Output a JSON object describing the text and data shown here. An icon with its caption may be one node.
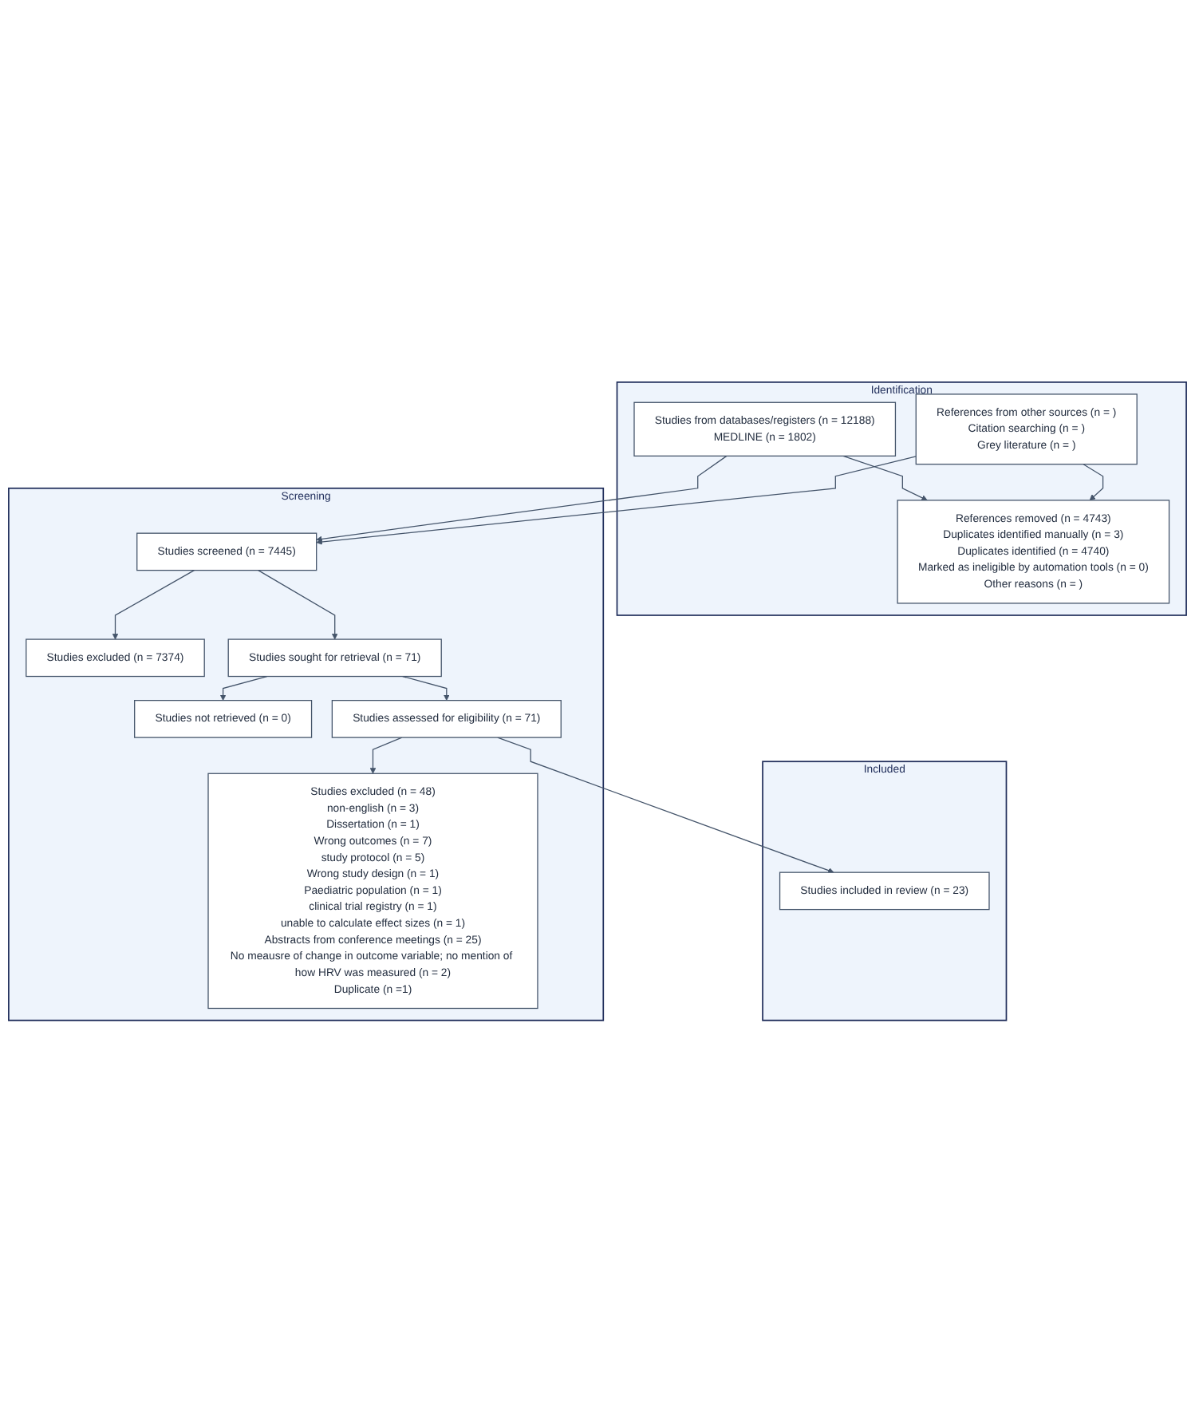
{
  "diagram": {
    "nodes": [
      {
        "text": [
          "Identification"
        ]
      },
      {
        "text": [
          "Studies from databases/registers (n = 12188)",
          "MEDLINE (n = 1802)"
        ],
        "in": 0
      },
      {
        "text": [
          "References from other sources (n = )",
          "Citation searching (n = )",
          "Grey literature (n = )"
        ],
        "in": 0
      },
      {
        "text": [
          "References removed (n = 4743)",
          "Duplicates identified manually (n = 3)",
          "Duplicates identified (n = 4740)",
          "Marked as ineligible by automation tools (n = 0)",
          "Other reasons (n = )"
        ],
        "in": 0
      },
      {
        "text": [
          "Screening"
        ]
      },
      {
        "text": [
          "Studies screened (n = 7445)"
        ],
        "in": 4
      },
      {
        "text": [
          "Studies excluded (n = 7374)"
        ],
        "in": 4
      },
      {
        "text": [
          "Studies sought for retrieval (n = 71)"
        ],
        "in": 4
      },
      {
        "text": [
          "Studies not retrieved (n = 0)"
        ],
        "in": 4
      },
      {
        "text": [
          "Studies assessed for eligibility (n = 71)"
        ],
        "in": 4
      },
      {
        "text": [
          "Studies excluded (n = 48)",
          "non-english (n = 3)",
          "Dissertation (n = 1)",
          "Wrong outcomes (n = 7)",
          "study protocol (n = 5)",
          "Wrong study design (n = 1)",
          "Paediatric population (n = 1)",
          "clinical trial registry (n = 1)",
          "unable to calculate effect sizes (n = 1)",
          "Abstracts from conference meetings (n = 25)",
          "No meausre of change in outcome variable; no mention of how HRV was measured (n = 2)",
          "Duplicate (n =1)"
        ],
        "in": 4
      },
      {
        "text": [
          "Included"
        ]
      },
      {
        "text": [
          "Studies included in review (n = 23)"
        ],
        "in": 11
      }
    ],
    "edges": [
      {
        "from": 1,
        "to": 3,
        "arrow": "to"
      },
      {
        "from": 2,
        "to": 3,
        "arrow": "to"
      },
      {
        "from": 1,
        "to": 5,
        "arrow": "to"
      },
      {
        "from": 2,
        "to": 5,
        "arrow": "to"
      },
      {
        "from": 5,
        "to": 6,
        "arrow": "to"
      },
      {
        "from": 5,
        "to": 7,
        "arrow": "to"
      },
      {
        "from": 7,
        "to": 8,
        "arrow": "to"
      },
      {
        "from": 7,
        "to": 9,
        "arrow": "to"
      },
      {
        "from": 9,
        "to": 10,
        "arrow": "to"
      },
      {
        "from": 9,
        "to": 12,
        "arrow": "to"
      }
    ]
  }
}
